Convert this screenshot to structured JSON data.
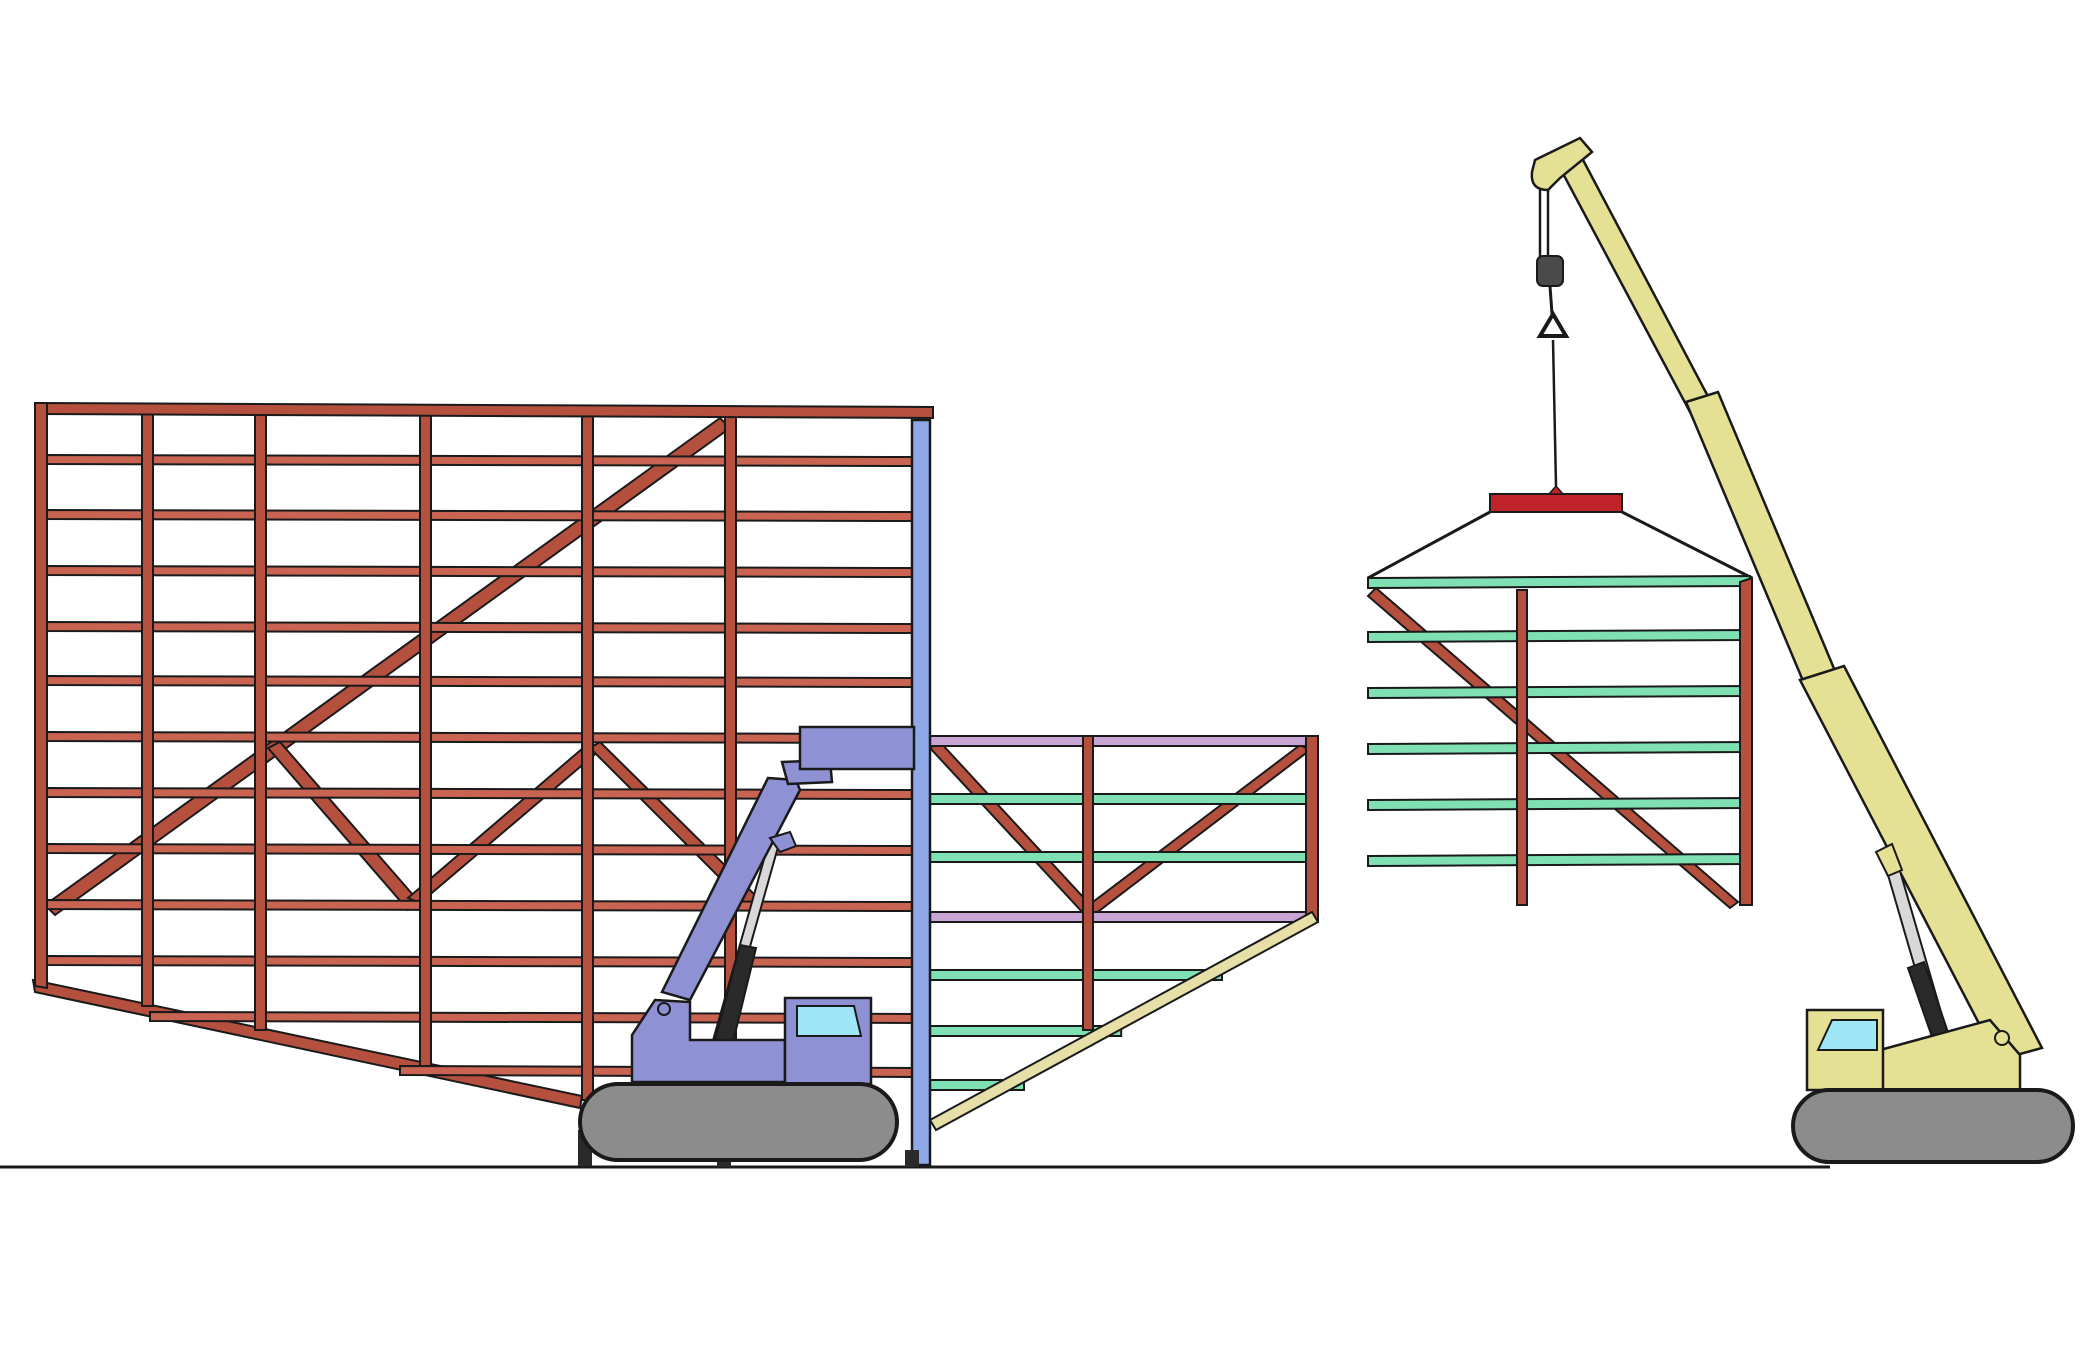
{
  "colors": {
    "background": "#ffffff",
    "frame_red": "#b5503f",
    "frame_red_light": "#c96352",
    "panel_green": "#7fe0b4",
    "panel_purple": "#c9a4d4",
    "panel_tan": "#e6e0a8",
    "blue_post": "#8ea8e8",
    "crawler_blue": "#8e92d4",
    "crawler_yellow": "#e4e094",
    "track_gray": "#8c8c8c",
    "cab_glass": "#9fe6f6",
    "spreader_red": "#c0222a",
    "hook_dark": "#4a4a4a",
    "ink": "#1a1a1a"
  },
  "icons": {
    "large_frame": "steel-frame-wall",
    "small_frame": "partial-frame-panel",
    "lifted_module": "suspended-frame-module",
    "blue_machine": "crawler-manipulator",
    "yellow_machine": "crawler-crane",
    "hook": "crane-hook-block",
    "spreader": "lifting-spreader-beam"
  }
}
